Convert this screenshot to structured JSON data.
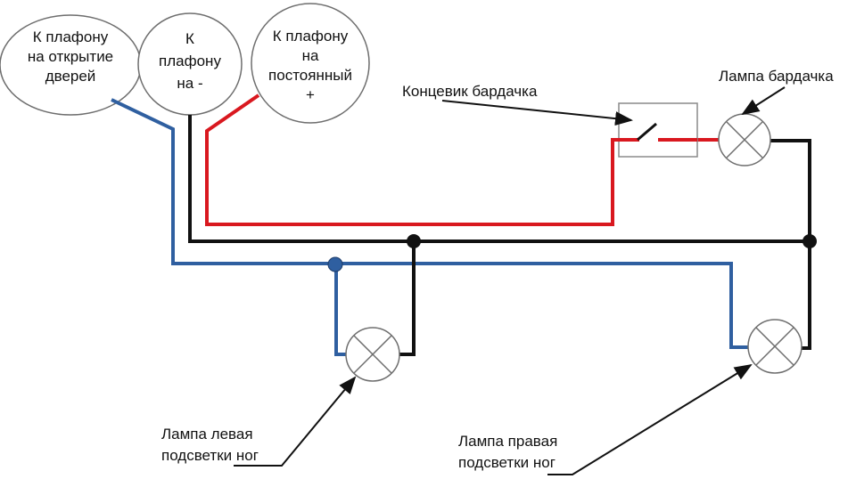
{
  "bubbles": {
    "door": {
      "lines": [
        "К плафону",
        "на открытие",
        "дверей"
      ]
    },
    "minus": {
      "lines": [
        "К",
        "плафону",
        "на -"
      ]
    },
    "plus": {
      "lines": [
        "К плафону",
        "на",
        "постоянный",
        "+"
      ]
    }
  },
  "labels": {
    "switch": "Концевик бардачка",
    "glovebox_lamp": "Лампа бардачка",
    "left_lamp": [
      "Лампа левая",
      "подсветки ног"
    ],
    "right_lamp": [
      "Лампа правая",
      "подсветки ног"
    ]
  },
  "colors": {
    "blue_wire": "#2f5fa0",
    "black_wire": "#111111",
    "red_wire": "#d9181f",
    "outline": "#6e6e6e"
  }
}
